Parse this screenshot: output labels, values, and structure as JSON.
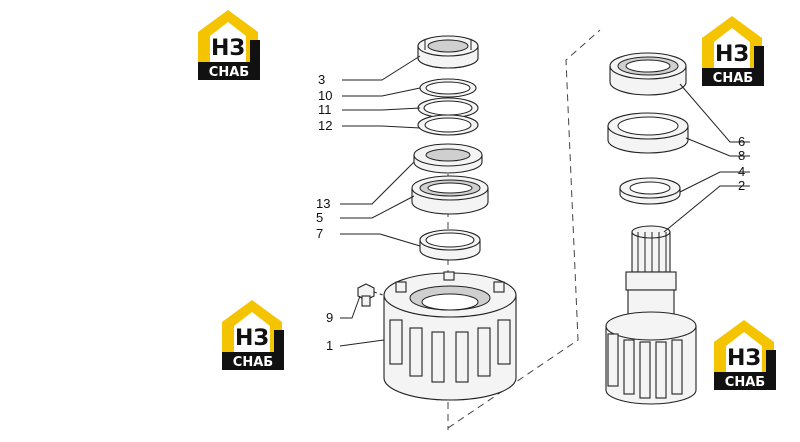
{
  "logo": {
    "mark": "НЗ",
    "caption": "СНАБ",
    "colors": {
      "yellow": "#f5c400",
      "black": "#111111",
      "white": "#ffffff"
    }
  },
  "callouts": [
    {
      "id": "c3",
      "text": "3"
    },
    {
      "id": "c10",
      "text": "10"
    },
    {
      "id": "c11",
      "text": "11"
    },
    {
      "id": "c12",
      "text": "12"
    },
    {
      "id": "c13",
      "text": "13"
    },
    {
      "id": "c5",
      "text": "5"
    },
    {
      "id": "c7",
      "text": "7"
    },
    {
      "id": "c9",
      "text": "9"
    },
    {
      "id": "c1",
      "text": "1"
    },
    {
      "id": "c6",
      "text": "6"
    },
    {
      "id": "c8",
      "text": "8"
    },
    {
      "id": "c4",
      "text": "4"
    },
    {
      "id": "c2",
      "text": "2"
    }
  ]
}
